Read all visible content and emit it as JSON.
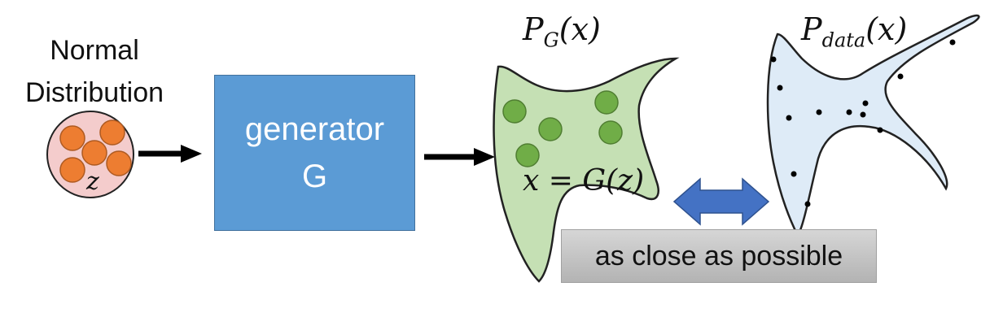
{
  "normal_label_line1": "Normal",
  "normal_label_line2": "Distribution",
  "latent_var": "z",
  "generator_line1": "generator",
  "generator_line2": "G",
  "pg_main": "P",
  "pg_sub": "G",
  "pg_arg": "(x)",
  "pdata_main": "P",
  "pdata_sub": "data",
  "pdata_arg": "(x)",
  "mapping": "x = G(z)",
  "comparison": "as close as possible",
  "colors": {
    "circle_fill": "#f4cccc",
    "sample_dot": "#ed7d31",
    "generator_box": "#5b9bd5",
    "pg_shape": "#c5e0b4",
    "pg_dot": "#70ad47",
    "pdata_shape": "#deebf7",
    "double_arrow": "#4472c4",
    "arrow": "#000000"
  }
}
